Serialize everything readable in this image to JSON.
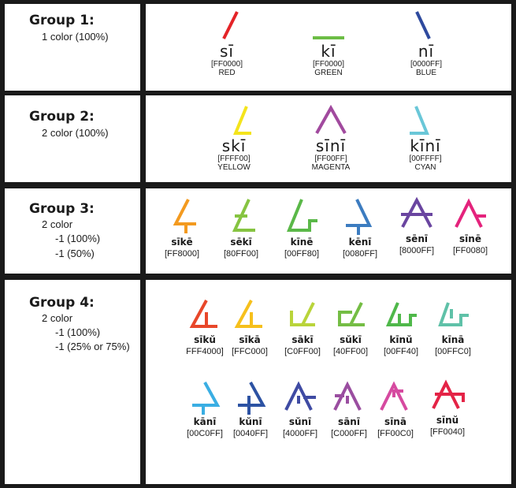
{
  "groups": [
    {
      "title": "Group 1:",
      "lines": [
        "1 color (100%)"
      ],
      "items": [
        {
          "name": "sī",
          "hex": "[FF0000]",
          "label": "RED",
          "color": "#e42327",
          "icon": "diag-right-glyph"
        },
        {
          "name": "kī",
          "hex": "[FF0000]",
          "label": "GREEN",
          "color": "#6cbd45",
          "icon": "horizontal-bar-glyph"
        },
        {
          "name": "nī",
          "hex": "[0000FF]",
          "label": "BLUE",
          "color": "#2e4a9e",
          "icon": "diag-left-glyph"
        }
      ]
    },
    {
      "title": "Group 2:",
      "lines": [
        "2 color (100%)"
      ],
      "items": [
        {
          "name": "skī",
          "hex": "[FFFF00]",
          "label": "YELLOW",
          "color": "#f4e41c",
          "icon": "angle-right-glyph"
        },
        {
          "name": "sīnī",
          "hex": "[FF00FF]",
          "label": "MAGENTA",
          "color": "#a14a9e",
          "icon": "chevron-up-glyph"
        },
        {
          "name": "kīnī",
          "hex": "[00FFFF]",
          "label": "CYAN",
          "color": "#6ac7d8",
          "icon": "angle-left-glyph"
        }
      ]
    },
    {
      "title": "Group 3:",
      "lines": [
        "2 color",
        "-1 (100%)",
        "-1 (50%)"
      ],
      "items": [
        {
          "name": "sīkē",
          "hex": "[FF8000]",
          "color": "#f39a1f",
          "icon": "angle-stem-glyph"
        },
        {
          "name": "sēkī",
          "hex": "[80FF00]",
          "color": "#86c441",
          "icon": "angle-base-glyph"
        },
        {
          "name": "kīnē",
          "hex": "[00FF80]",
          "color": "#5ab848",
          "icon": "angle-hook-glyph"
        },
        {
          "name": "kēnī",
          "hex": "[0080FF]",
          "color": "#3c7cc0",
          "icon": "reverse-stem-glyph"
        },
        {
          "name": "sēnī",
          "hex": "[8000FF]",
          "color": "#6a45a0",
          "icon": "chevron-bar-glyph"
        },
        {
          "name": "sīnē",
          "hex": "[FF0080]",
          "color": "#e4237c",
          "icon": "chevron-split-glyph"
        }
      ]
    },
    {
      "title": "Group 4:",
      "lines": [
        "2 color",
        "-1 (100%)",
        "-1 (25% or 75%)"
      ],
      "items": [
        {
          "name": "sīkŭ",
          "hex": "FFF4000]",
          "color": "#e8472a",
          "icon": "arrow-stem-glyph"
        },
        {
          "name": "sīkā",
          "hex": "[FFC000]",
          "color": "#f6c01c",
          "icon": "arrow-stem-glyph"
        },
        {
          "name": "sākī",
          "hex": "[C0FF00]",
          "color": "#b9d43a",
          "icon": "hook-base-glyph"
        },
        {
          "name": "sŭkī",
          "hex": "[40FF00]",
          "color": "#74bd44",
          "icon": "hook-base-glyph"
        },
        {
          "name": "kīnŭ",
          "hex": "[00FF40]",
          "color": "#4fb84a",
          "icon": "hook-notch-glyph"
        },
        {
          "name": "kīnā",
          "hex": "[00FFC0]",
          "color": "#5fc1a8",
          "icon": "hook-notch-glyph"
        },
        {
          "name": "kānī",
          "hex": "[00C0FF]",
          "color": "#3aaee3",
          "icon": "reverse-arrow-glyph"
        },
        {
          "name": "kŭnī",
          "hex": "[0040FF]",
          "color": "#2c52a3",
          "icon": "reverse-arrow-glyph"
        },
        {
          "name": "sŭnī",
          "hex": "[4000FF]",
          "color": "#3f4ba3",
          "icon": "chevron-notch-glyph"
        },
        {
          "name": "sānī",
          "hex": "[C000FF]",
          "color": "#9a4ea0",
          "icon": "chevron-notch-glyph"
        },
        {
          "name": "sīnā",
          "hex": "[FF00C0]",
          "color": "#d64aa0",
          "icon": "chevron-split-glyph"
        },
        {
          "name": "sīnŭ",
          "hex": "[FF0040]",
          "color": "#e42346",
          "icon": "chevron-split-glyph"
        }
      ]
    }
  ]
}
